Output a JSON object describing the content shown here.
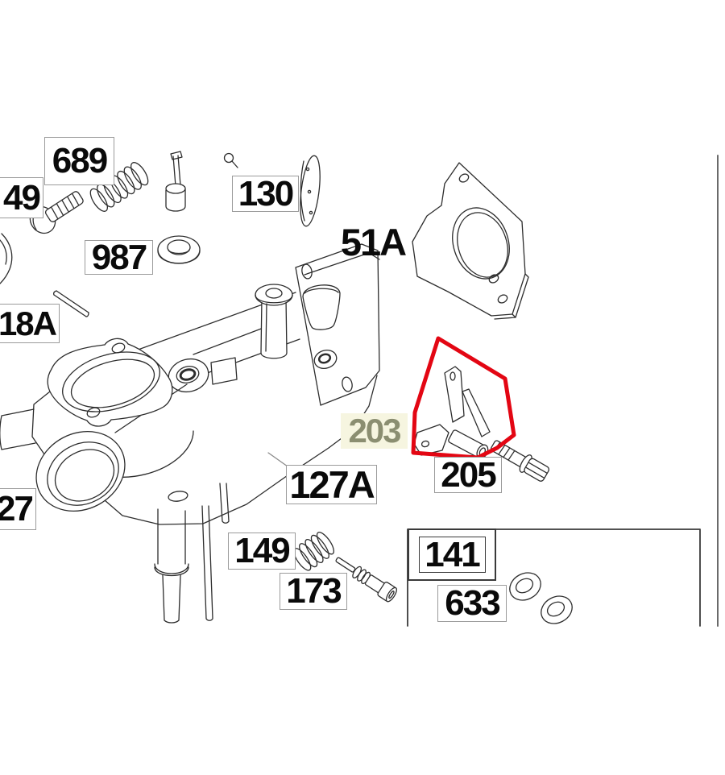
{
  "diagram": {
    "type": "exploded-parts-diagram",
    "labels": {
      "n689": "689",
      "n49": "49",
      "n130": "130",
      "n51a": "51A",
      "n987": "987",
      "n18a": "18A",
      "n127_partial": "27",
      "n127a": "127A",
      "n203": "203",
      "n205": "205",
      "n149": "149",
      "n173": "173",
      "n141": "141",
      "n633": "633"
    },
    "highlight": {
      "part_number": "203",
      "outline_color": "#e30613",
      "label_background": "#f6f5e0",
      "label_color": "#8b8e71"
    },
    "colors": {
      "background": "#ffffff",
      "line_art": "#2d2d2d",
      "label_border": "#9b9b9b",
      "label_text": "#0a0a0a",
      "kit_box_border": "#3a3a3a"
    }
  }
}
